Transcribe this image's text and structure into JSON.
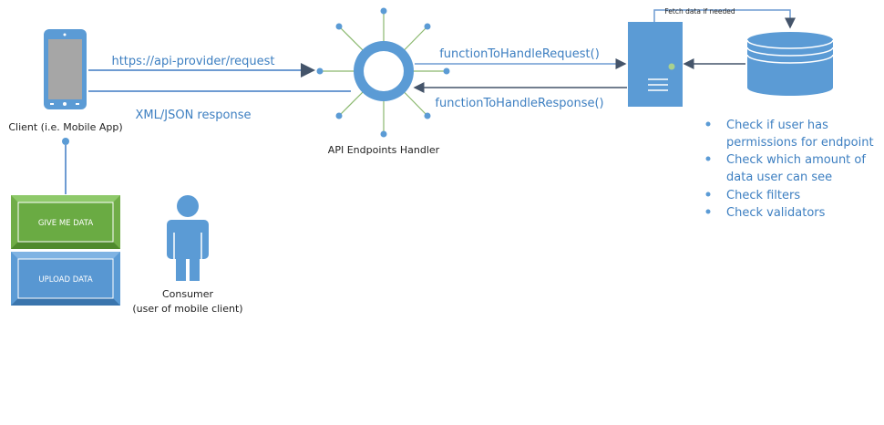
{
  "colors": {
    "blue": "#5b9bd5",
    "green": "#70ad47",
    "line_blue": "#6e9bd2",
    "line_dark": "#44546a",
    "text_blue": "#3d7fc1",
    "spoke_green": "#8ab86e"
  },
  "client": {
    "label": "Client (i.e. Mobile App)",
    "icon": "mobile-phone-icon"
  },
  "buttons": {
    "give_me_data": "GIVE ME DATA",
    "upload_data": "UPLOAD DATA"
  },
  "consumer": {
    "label_line1": "Consumer",
    "label_line2": "(user of mobile client)",
    "icon": "person-icon"
  },
  "api_handler": {
    "label": "API Endpoints Handler",
    "icon": "hub-icon"
  },
  "flows": {
    "request": "https://api-provider/request",
    "response": "XML/JSON response",
    "handle_request": "functionToHandleRequest()",
    "handle_response": "functionToHandleResponse()",
    "fetch": "Fetch data if needed"
  },
  "server": {
    "icon": "server-icon"
  },
  "database": {
    "icon": "database-icon"
  },
  "checks": [
    {
      "line1": "Check if user has",
      "line2": "permissions for endpoint"
    },
    {
      "line1": "Check which amount of",
      "line2": "data user can see"
    },
    {
      "line1": "Check filters",
      "line2": ""
    },
    {
      "line1": "Check validators",
      "line2": ""
    }
  ]
}
